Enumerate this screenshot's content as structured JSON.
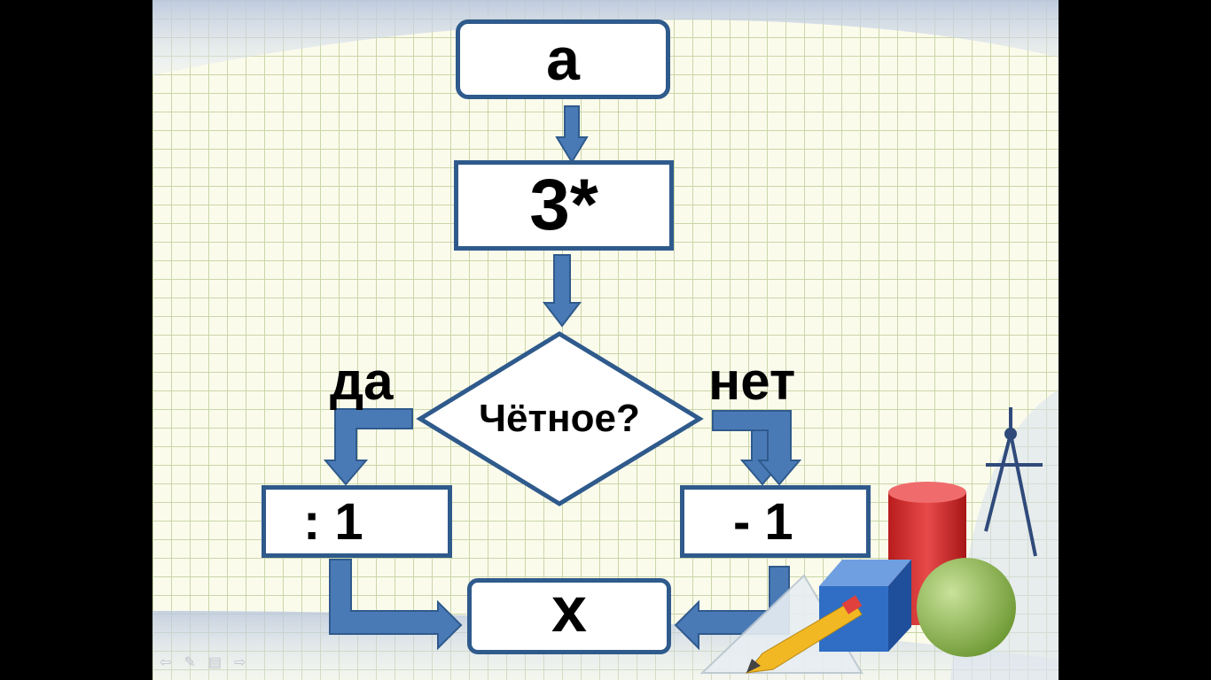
{
  "diagram": {
    "input_node": "a",
    "multiply_node": "3*",
    "decision_node": "Чётное?",
    "yes_label": "да",
    "no_label": "нет",
    "yes_branch_node": ": 1",
    "no_branch_node": "- 1",
    "output_node": "х"
  },
  "colors": {
    "box_border": "#2f5a8c",
    "arrow_fill": "#4a7ab6",
    "arrow_stroke": "#2f5a8c",
    "grid_line": "#c9d6a8",
    "slide_bg": "#fbfbec"
  },
  "nav_icons": [
    "back-arrow-icon",
    "pen-icon",
    "menu-icon",
    "forward-arrow-icon"
  ]
}
